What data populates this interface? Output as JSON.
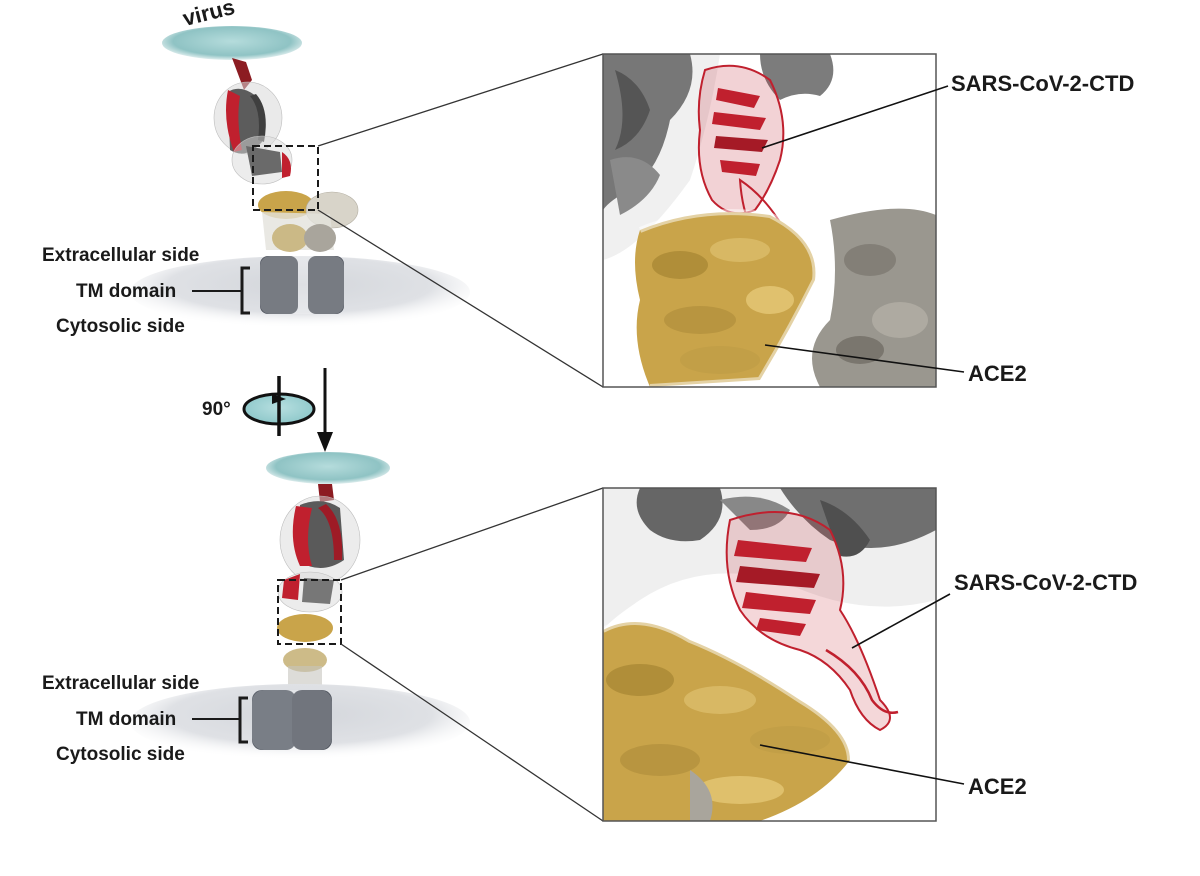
{
  "figure": {
    "virus_label": "virus",
    "rotation_label": "90°",
    "colors": {
      "spike_ctd": "#c0202e",
      "ace2": "#c9a44a",
      "grey_chain": "#6e6e6e",
      "light_grey_chain": "#a9a59c",
      "virus_membrane": "#8fc3c4",
      "cell_membrane": "#c8cbd1"
    },
    "top_panel": {
      "extracellular_label": "Extracellular side",
      "tm_label": "TM domain",
      "cytosolic_label": "Cytosolic side",
      "zoom": {
        "ctd_label": "SARS-CoV-2-CTD",
        "ace2_label": "ACE2"
      }
    },
    "bottom_panel": {
      "extracellular_label": "Extracellular side",
      "tm_label": "TM domain",
      "cytosolic_label": "Cytosolic side",
      "zoom": {
        "ctd_label": "SARS-CoV-2-CTD",
        "ace2_label": "ACE2"
      }
    }
  }
}
